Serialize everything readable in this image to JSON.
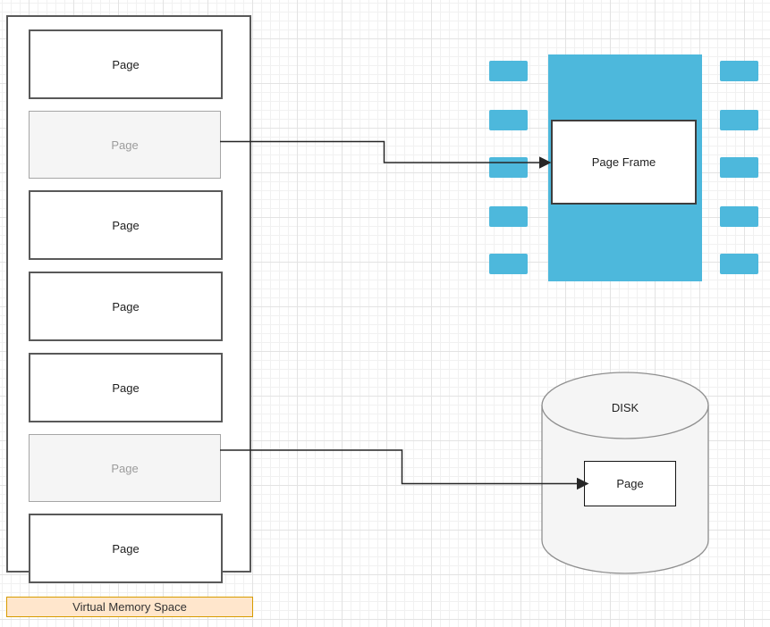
{
  "virtual_memory": {
    "label": "Virtual Memory Space",
    "pages": [
      {
        "label": "Page",
        "muted": false
      },
      {
        "label": "Page",
        "muted": true
      },
      {
        "label": "Page",
        "muted": false
      },
      {
        "label": "Page",
        "muted": false
      },
      {
        "label": "Page",
        "muted": false
      },
      {
        "label": "Page",
        "muted": true
      },
      {
        "label": "Page",
        "muted": false
      }
    ]
  },
  "memory_chip": {
    "page_frame_label": "Page Frame",
    "pin_count_left": 5,
    "pin_count_right": 5
  },
  "disk": {
    "title": "DISK",
    "page_label": "Page"
  },
  "colors": {
    "chip_blue": "#4db8dc",
    "vm_label_fill": "#ffe6cc",
    "vm_label_border": "#d79b00",
    "muted_fill": "#f5f5f5",
    "muted_text": "#9c9c9c",
    "shape_border": "#595959",
    "disk_fill": "#f5f5f5",
    "disk_border": "#8f8f8f",
    "arrow": "#262626"
  }
}
